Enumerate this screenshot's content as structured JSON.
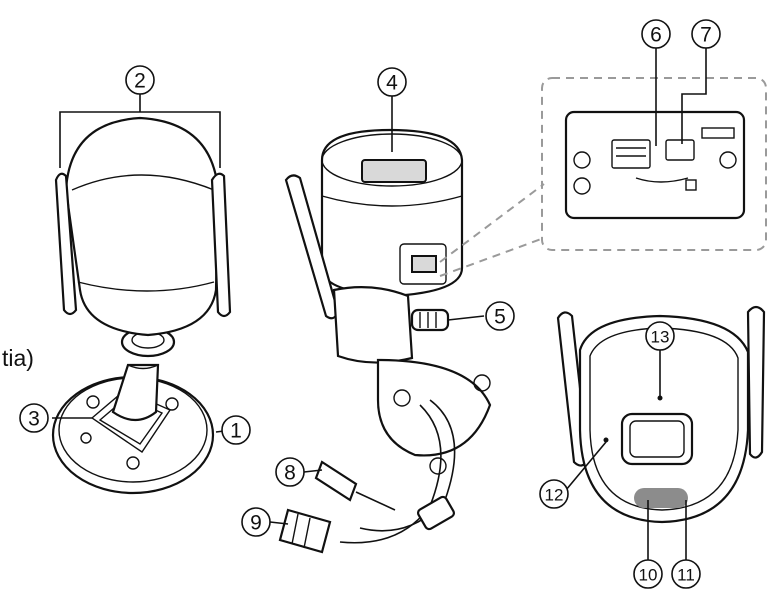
{
  "partial_text": "tia)",
  "callouts": {
    "c1": "1",
    "c2": "2",
    "c3": "3",
    "c4": "4",
    "c5": "5",
    "c6": "6",
    "c7": "7",
    "c8": "8",
    "c9": "9",
    "c10": "10",
    "c11": "11",
    "c12": "12",
    "c13": "13"
  },
  "colors": {
    "ink": "#111111",
    "shade": "#d9d9d9",
    "dash": "#9a9a9a",
    "led": "#8c8c8c"
  }
}
